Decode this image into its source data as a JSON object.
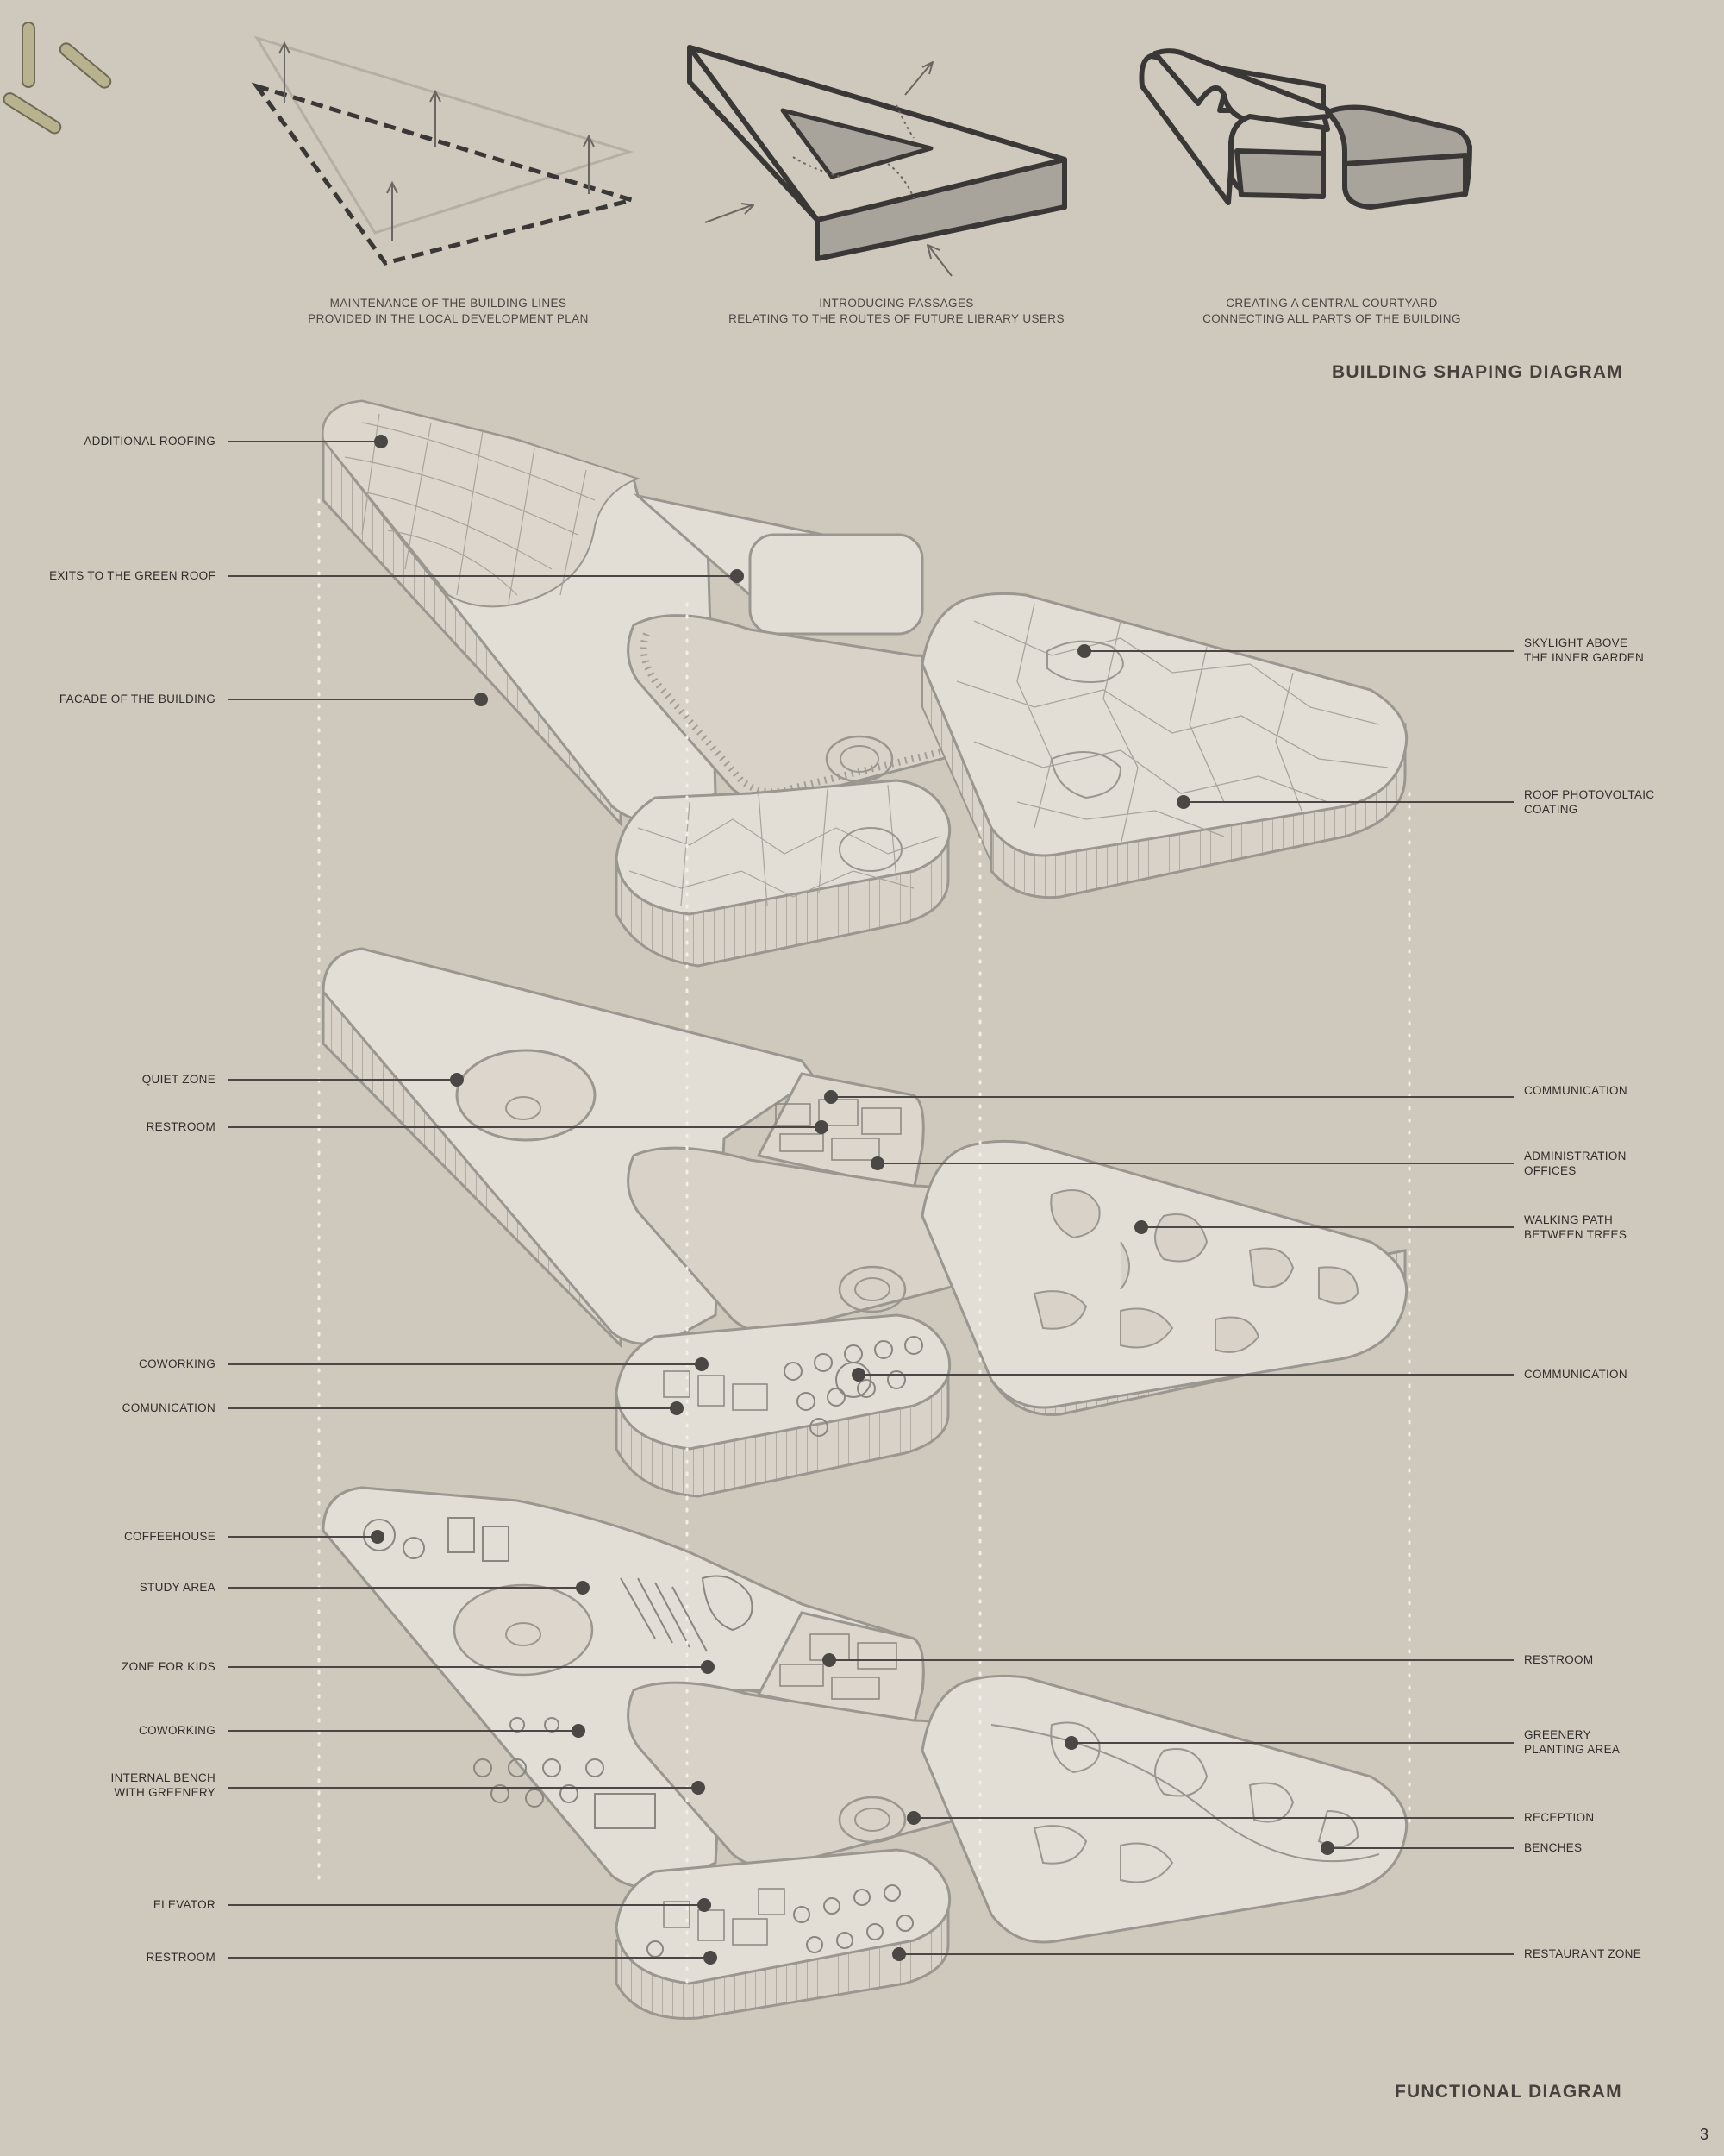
{
  "steps": [
    {
      "caption": "MAINTENANCE OF THE BUILDING LINES\nPROVIDED  IN THE LOCAL DEVELOPMENT PLAN"
    },
    {
      "caption": "INTRODUCING PASSAGES\nRELATING TO THE ROUTES OF FUTURE LIBRARY USERS"
    },
    {
      "caption": "CREATING A CENTRAL COURTYARD\nCONNECTING ALL PARTS OF THE BUILDING"
    }
  ],
  "headings": {
    "shaping": "BUILDING SHAPING DIAGRAM",
    "functional": "FUNCTIONAL DIAGRAM"
  },
  "labels": {
    "roof": {
      "left": [
        "ADDITIONAL ROOFING",
        "EXITS TO THE GREEN ROOF",
        "FACADE OF THE BUILDING"
      ],
      "right": [
        "SKYLIGHT ABOVE\nTHE INNER GARDEN",
        "ROOF PHOTOVOLTAIC\nCOATING"
      ]
    },
    "level1": {
      "left": [
        "QUIET ZONE",
        "RESTROOM",
        "COWORKING",
        "COMUNICATION"
      ],
      "right": [
        "COMMUNICATION",
        "ADMINISTRATION\nOFFICES",
        "WALKING PATH\nBETWEEN TREES",
        "COMMUNICATION"
      ]
    },
    "ground": {
      "left": [
        "COFFEEHOUSE",
        "STUDY AREA",
        "ZONE FOR KIDS",
        "COWORKING",
        "INTERNAL BENCH\nWITH GREENERY",
        "ELEVATOR",
        "RESTROOM"
      ],
      "right": [
        "RESTROOM",
        "GREENERY\nPLANTING AREA",
        "RECEPTION",
        "BENCHES",
        "RESTAURANT ZONE"
      ]
    }
  },
  "page_number": "3",
  "colors": {
    "background": "#cfc8bc",
    "slab": "#e2ddd5",
    "outline": "#9a9690",
    "dark": "#3a3836",
    "accent": "#9d9872"
  }
}
